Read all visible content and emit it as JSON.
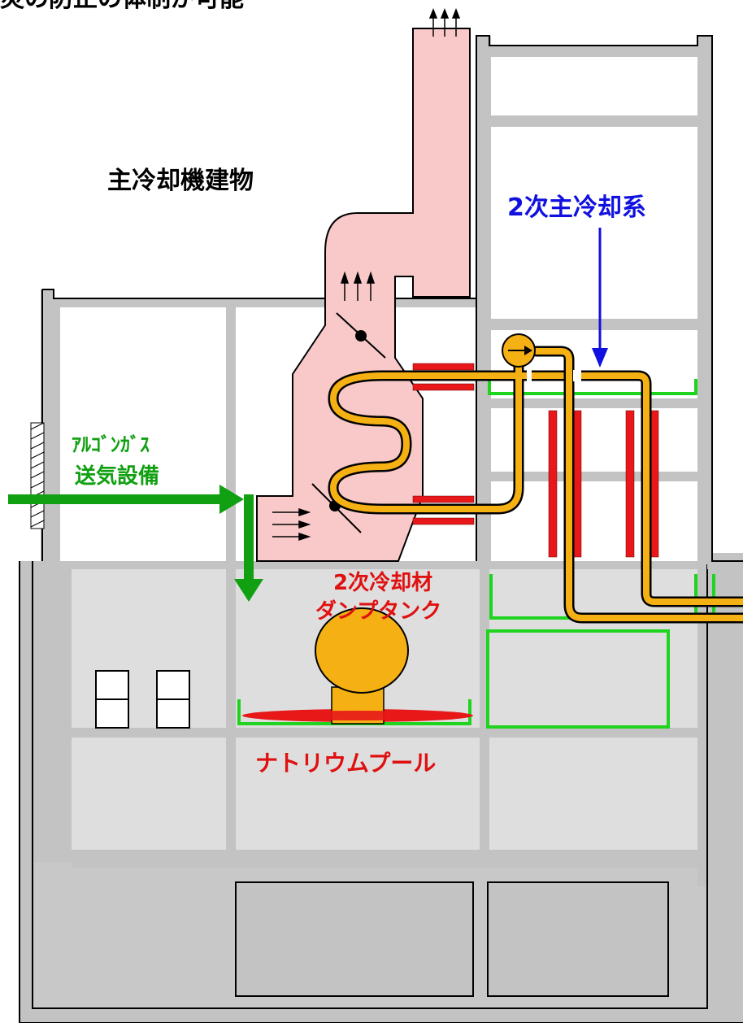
{
  "labels": {
    "top_cut_text": "災の防止の体制が可能",
    "building_name": "主冷却機建物",
    "secondary_main_cooling": "2次主冷却系",
    "argon_gas_line1": "ｱﾙｺﾞﾝｶﾞｽ",
    "argon_gas_line2": "送気設備",
    "dump_tank_line1": "2次冷却材",
    "dump_tank_line2": "ダンプタンク",
    "sodium_pool": "ナトリウムプール"
  },
  "colors": {
    "building_gray": "#c0c0c0",
    "building_fill": "#dcdcdc",
    "air_cooler_pink": "#f9c8c8",
    "pipe_orange": "#f5b014",
    "heater_red": "#e8181a",
    "liner_green": "#1fd41f",
    "argon_arrow_green": "#11a011",
    "label_blue": "#1010e0",
    "label_red": "#e01010",
    "label_green": "#11a011"
  },
  "icons": {
    "pump": "pump-icon",
    "damper": "damper-icon",
    "airflow": "airflow-arrow-icon"
  }
}
